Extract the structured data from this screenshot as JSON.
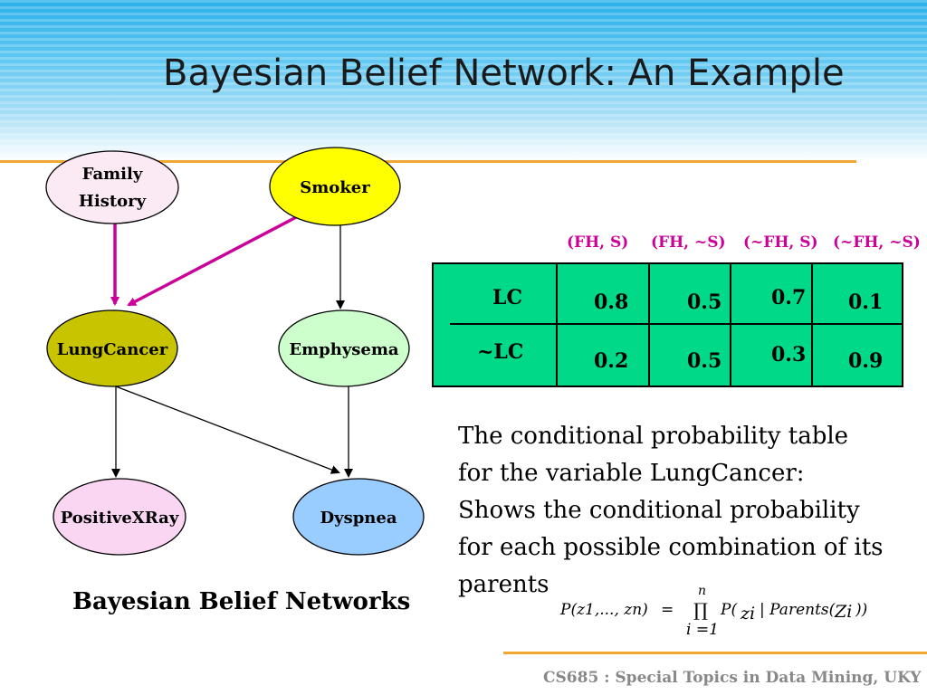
{
  "slide": {
    "title": "Bayesian Belief Network: An Example",
    "footer": "CS685 : Special Topics in Data Mining, UKY"
  },
  "network": {
    "nodes": {
      "family_history": {
        "line1": "Family",
        "line2": "History",
        "color": "#fbe9f4"
      },
      "smoker": {
        "label": "Smoker",
        "color": "#ffff00"
      },
      "lung_cancer": {
        "label": "LungCancer",
        "color": "#c8c400"
      },
      "emphysema": {
        "label": "Emphysema",
        "color": "#ccffcc"
      },
      "positive_xray": {
        "label": "PositiveXRay",
        "color": "#fbd6f2"
      },
      "dyspnea": {
        "label": "Dyspnea",
        "color": "#99ccff"
      }
    },
    "edges": [
      {
        "from": "Family History",
        "to": "LungCancer",
        "color": "#cc0099"
      },
      {
        "from": "Smoker",
        "to": "LungCancer",
        "color": "#cc0099"
      },
      {
        "from": "Smoker",
        "to": "Emphysema",
        "color": "#000000"
      },
      {
        "from": "LungCancer",
        "to": "PositiveXRay",
        "color": "#000000"
      },
      {
        "from": "LungCancer",
        "to": "Dyspnea",
        "color": "#000000"
      },
      {
        "from": "Emphysema",
        "to": "Dyspnea",
        "color": "#000000"
      }
    ],
    "caption": "Bayesian Belief Networks"
  },
  "cpt": {
    "columns": [
      "(FH, S)",
      "(FH, ~S)",
      "(~FH, S)",
      "(~FH, ~S)"
    ],
    "rows": [
      {
        "label": "LC",
        "values": [
          "0.8",
          "0.5",
          "0.7",
          "0.1"
        ]
      },
      {
        "label": "~LC",
        "values": [
          "0.2",
          "0.5",
          "0.3",
          "0.9"
        ]
      }
    ],
    "background_color": "#00d987",
    "header_color": "#cc0099"
  },
  "description": {
    "line1": "The conditional probability table",
    "line2": "for the variable LungCancer:",
    "line3": "Shows the conditional probability",
    "line4": "for each possible combination of its",
    "line5": "parents"
  },
  "formula": {
    "lhs": "P(z1,..., zn)",
    "equals": "=",
    "upper": "n",
    "product": "∏",
    "lower": "i =1",
    "rhs_prefix": "P(",
    "z_i": "zi",
    "rhs_mid": "| Parents(",
    "Z_i": "Zi",
    "rhs_suffix": "))"
  }
}
